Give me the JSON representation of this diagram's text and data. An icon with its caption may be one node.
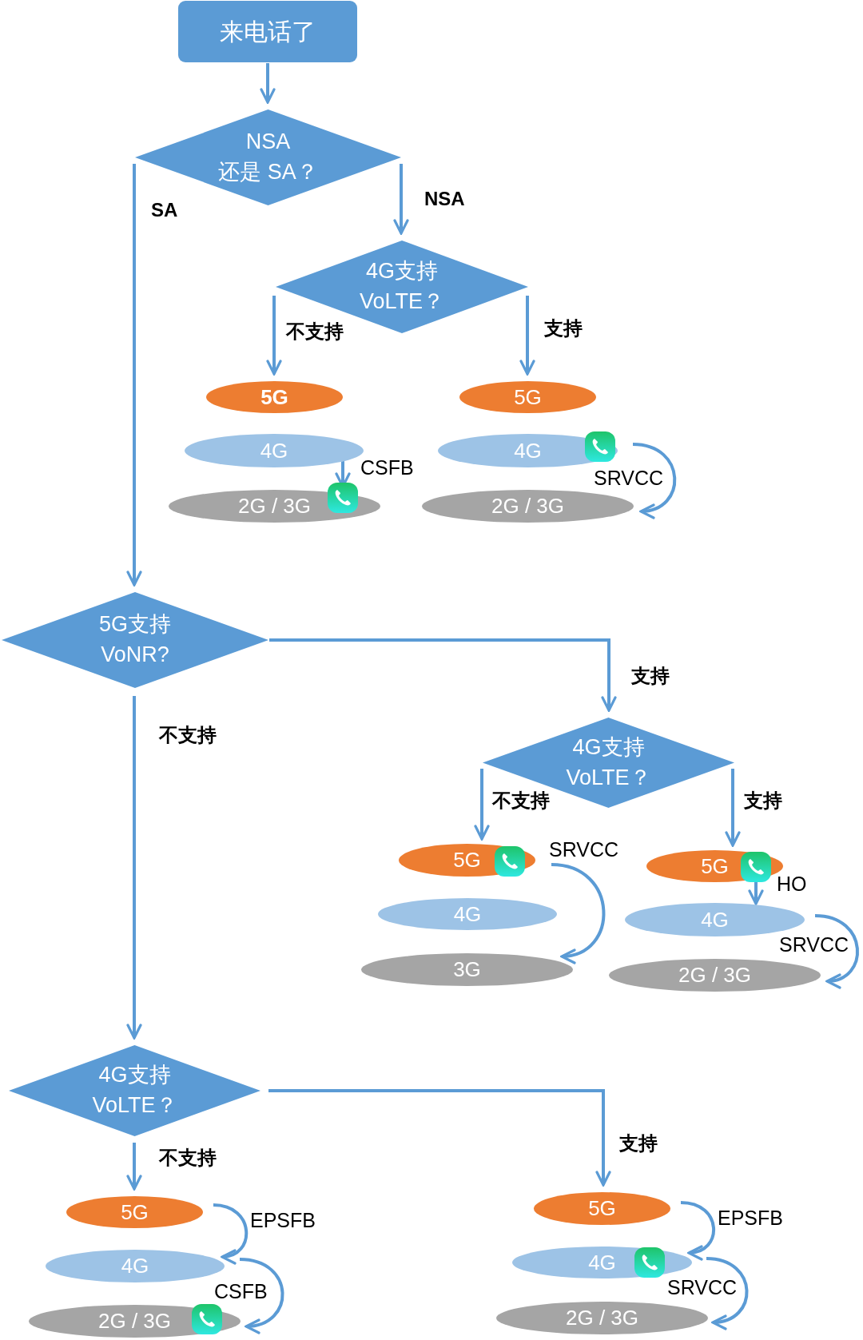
{
  "diagram": {
    "nodes": [
      {
        "text": [
          "来电话了"
        ]
      },
      {
        "text": [
          "NSA 还是 SA？"
        ]
      },
      {
        "text": [
          "4G支持 VoLTE？"
        ]
      },
      {
        "text": [
          "5G"
        ]
      },
      {
        "text": [
          "4G"
        ]
      },
      {
        "text": [
          "2G / 3G"
        ]
      },
      {
        "text": [
          "5G"
        ]
      },
      {
        "text": [
          "4G"
        ]
      },
      {
        "text": [
          "2G / 3G"
        ]
      },
      {
        "text": [
          "5G支持 VoNR?"
        ]
      },
      {
        "text": [
          "4G支持 VoLTE？"
        ]
      },
      {
        "text": [
          "5G"
        ]
      },
      {
        "text": [
          "4G"
        ]
      },
      {
        "text": [
          "3G"
        ]
      },
      {
        "text": [
          "5G"
        ]
      },
      {
        "text": [
          "4G"
        ]
      },
      {
        "text": [
          "2G / 3G"
        ]
      },
      {
        "text": [
          "4G支持 VoLTE？"
        ]
      },
      {
        "text": [
          "5G"
        ]
      },
      {
        "text": [
          "4G"
        ]
      },
      {
        "text": [
          "2G / 3G"
        ]
      },
      {
        "text": [
          "5G"
        ]
      },
      {
        "text": [
          "4G"
        ]
      },
      {
        "text": [
          "2G / 3G"
        ]
      }
    ],
    "edges": [
      {
        "from": 0,
        "to": 1,
        "arrow": "to"
      },
      {
        "from": 1,
        "to": 2,
        "arrow": "to",
        "label": "NSA"
      },
      {
        "from": 1,
        "to": 9,
        "arrow": "to",
        "label": "SA"
      },
      {
        "from": 2,
        "to": 3,
        "arrow": "to",
        "label": "不支持"
      },
      {
        "from": 2,
        "to": 6,
        "arrow": "to",
        "label": "支持"
      },
      {
        "from": 4,
        "to": 5,
        "arrow": "to",
        "label": "CSFB"
      },
      {
        "from": 7,
        "to": 8,
        "arrow": "to",
        "label": "SRVCC"
      },
      {
        "from": 9,
        "to": 10,
        "arrow": "to",
        "label": "支持"
      },
      {
        "from": 9,
        "to": 17,
        "arrow": "to",
        "label": "不支持"
      },
      {
        "from": 10,
        "to": 11,
        "arrow": "to",
        "label": "不支持"
      },
      {
        "from": 10,
        "to": 14,
        "arrow": "to",
        "label": "支持"
      },
      {
        "from": 11,
        "to": 13,
        "arrow": "to",
        "label": "SRVCC"
      },
      {
        "from": 14,
        "to": 15,
        "arrow": "to",
        "label": "HO"
      },
      {
        "from": 15,
        "to": 16,
        "arrow": "to",
        "label": "SRVCC"
      },
      {
        "from": 17,
        "to": 18,
        "arrow": "to",
        "label": "不支持"
      },
      {
        "from": 17,
        "to": 21,
        "arrow": "to",
        "label": "支持"
      },
      {
        "from": 18,
        "to": 19,
        "arrow": "to",
        "label": "EPSFB"
      },
      {
        "from": 19,
        "to": 20,
        "arrow": "to",
        "label": "CSFB"
      },
      {
        "from": 21,
        "to": 22,
        "arrow": "to",
        "label": "EPSFB"
      },
      {
        "from": 22,
        "to": 23,
        "arrow": "to",
        "label": "SRVCC"
      }
    ]
  }
}
